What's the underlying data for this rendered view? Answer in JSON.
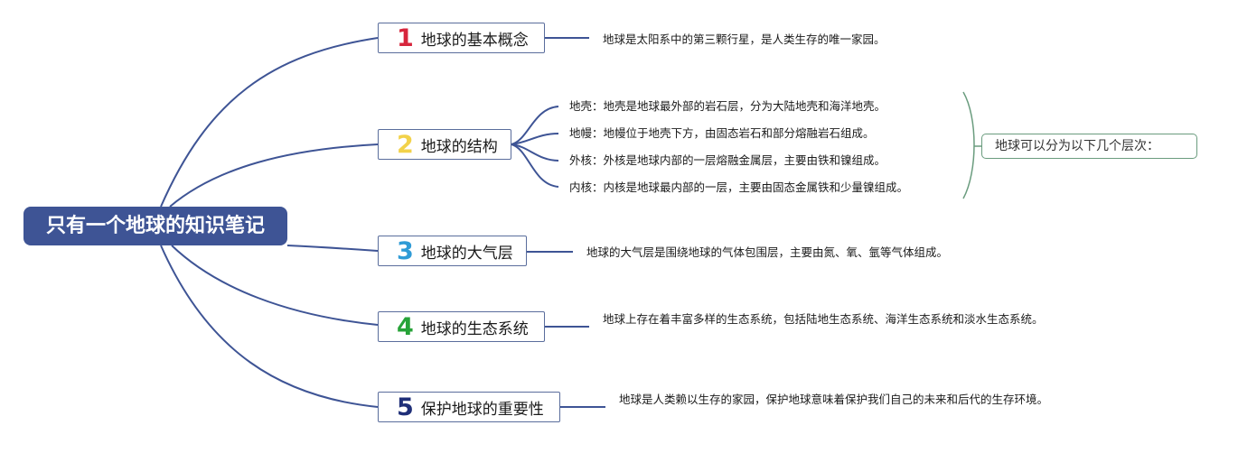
{
  "root": {
    "title": "只有一个地球的知识笔记"
  },
  "topics": [
    {
      "num": "1",
      "label": "地球的基本概念",
      "color": "#d7263d"
    },
    {
      "num": "2",
      "label": "地球的结构",
      "color": "#f2d24a"
    },
    {
      "num": "3",
      "label": "地球的大气层",
      "color": "#2f9bd6"
    },
    {
      "num": "4",
      "label": "地球的生态系统",
      "color": "#27a338"
    },
    {
      "num": "5",
      "label": "保护地球的重要性",
      "color": "#1f2f78"
    }
  ],
  "details": {
    "t1": "地球是太阳系中的第三颗行星，是人类生存的唯一家园。",
    "t2_items": [
      "地壳：地壳是地球最外部的岩石层，分为大陆地壳和海洋地壳。",
      "地幔：地幔位于地壳下方，由固态岩石和部分熔融岩石组成。",
      "外核：外核是地球内部的一层熔融金属层，主要由铁和镍组成。",
      "内核：内核是地球最内部的一层，主要由固态金属铁和少量镍组成。"
    ],
    "t3": "地球的大气层是围绕地球的气体包围层，主要由氮、氧、氩等气体组成。",
    "t4": "地球上存在着丰富多样的生态系统，包括陆地生态系统、海洋生态系统和淡水生态系统。",
    "t5": "地球是人类赖以生存的家园，保护地球意味着保护我们自己的未来和后代的生存环境。"
  },
  "summary": "地球可以分为以下几个层次：",
  "colors": {
    "root": "#3e5495",
    "line": "#3e5495",
    "summary_border": "#6a9c7e"
  }
}
